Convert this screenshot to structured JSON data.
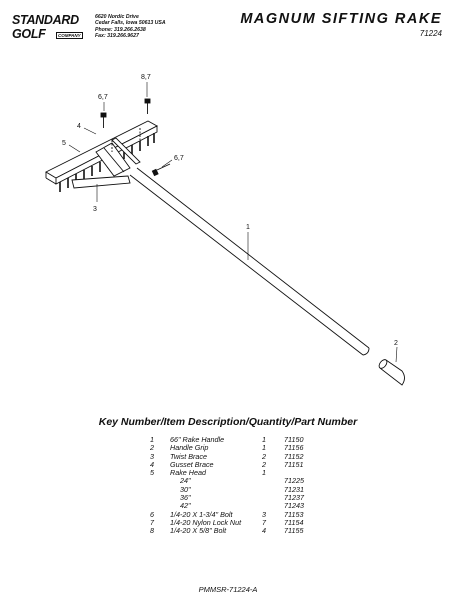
{
  "company": {
    "logo_line1": "STANDARD",
    "logo_line2": "GOLF",
    "logo_tag": "COMPANY",
    "address": [
      "6620 Nordic Drive",
      "Cedar Falls, Iowa  50613  USA",
      "Phone: 319.266.2638",
      "Fax: 319.266.9627"
    ]
  },
  "product": {
    "title": "MAGNUM SIFTING RAKE",
    "number": "71224"
  },
  "callouts": [
    "8,7",
    "6,7",
    "4",
    "5",
    "6,7",
    "3",
    "1",
    "2"
  ],
  "parts_heading": "Key Number/Item Description/Quantity/Part Number",
  "parts": [
    {
      "key": "1",
      "desc": "66\" Rake Handle",
      "qty": "1",
      "part": "71150"
    },
    {
      "key": "2",
      "desc": "Handle Grip",
      "qty": "1",
      "part": "71156"
    },
    {
      "key": "3",
      "desc": "Twist Brace",
      "qty": "2",
      "part": "71152"
    },
    {
      "key": "4",
      "desc": "Gusset Brace",
      "qty": "2",
      "part": "71151"
    },
    {
      "key": "5",
      "desc": "Rake Head",
      "qty": "1",
      "part": ""
    },
    {
      "key": "",
      "desc": "24\"",
      "qty": "",
      "part": "71225",
      "sub": true
    },
    {
      "key": "",
      "desc": "30\"",
      "qty": "",
      "part": "71231",
      "sub": true
    },
    {
      "key": "",
      "desc": "36\"",
      "qty": "",
      "part": "71237",
      "sub": true
    },
    {
      "key": "",
      "desc": "42\"",
      "qty": "",
      "part": "71243",
      "sub": true
    },
    {
      "key": "6",
      "desc": "1/4-20 X 1-3/4\" Bolt",
      "qty": "3",
      "part": "71153"
    },
    {
      "key": "7",
      "desc": "1/4-20 Nylon Lock Nut",
      "qty": "7",
      "part": "71154"
    },
    {
      "key": "8",
      "desc": "1/4-20 X 5/8\" Bolt",
      "qty": "4",
      "part": "71155"
    }
  ],
  "footer": "PMMSR-71224-A"
}
